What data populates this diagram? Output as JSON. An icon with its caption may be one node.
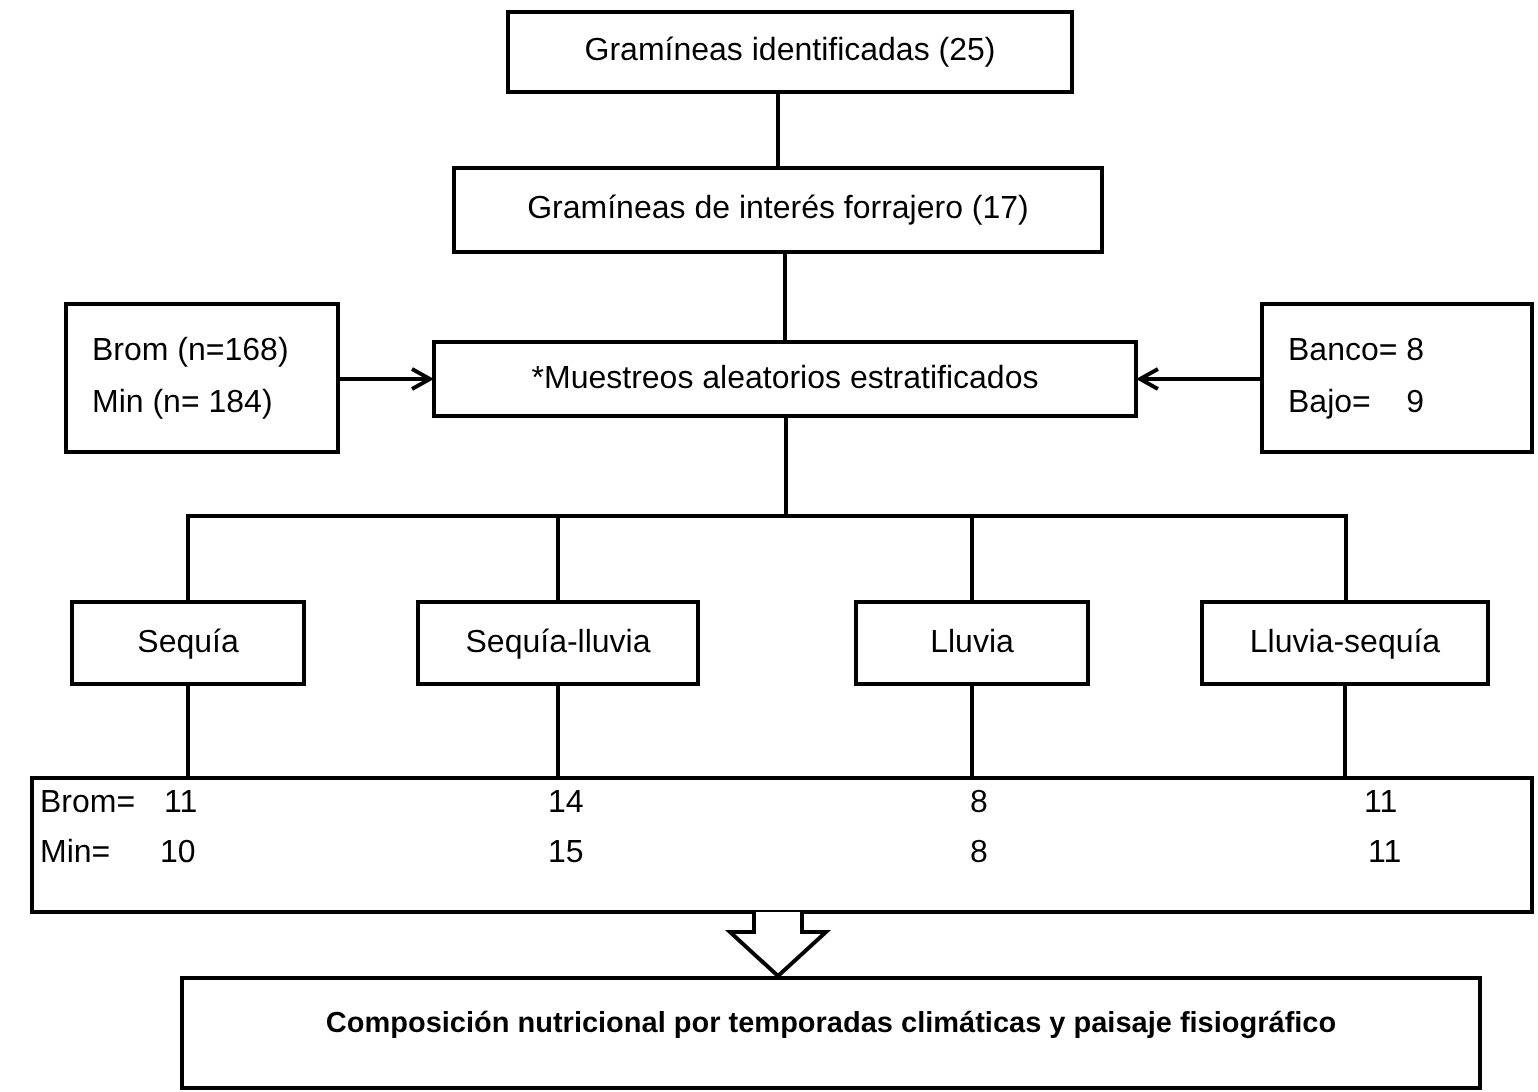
{
  "diagram": {
    "nodes": [
      {
        "text": [
          "Gramíneas identificadas (25)"
        ]
      },
      {
        "text": [
          "Gramíneas de interés forrajero (17)"
        ]
      },
      {
        "text": [
          "Brom (n=168)",
          "Min (n= 184)"
        ]
      },
      {
        "text": [
          "*Muestreos aleatorios estratificados"
        ]
      },
      {
        "text": [
          "Banco= 8",
          "Bajo=    9"
        ]
      },
      {
        "text": [
          "Sequía"
        ]
      },
      {
        "text": [
          "Sequía-lluvia"
        ]
      },
      {
        "text": [
          "Lluvia"
        ]
      },
      {
        "text": [
          "Lluvia-sequía"
        ]
      },
      {
        "text": [
          "Brom=",
          "11",
          "14",
          "8",
          "11",
          "Min=",
          "10",
          "15",
          "8",
          "11"
        ]
      },
      {
        "text": [
          "Composición nutricional por temporadas climáticas y paisaje fisiográfico"
        ]
      }
    ],
    "edges": [
      {
        "from": 0,
        "to": 1,
        "arrow": "none"
      },
      {
        "from": 1,
        "to": 3,
        "arrow": "none"
      },
      {
        "from": 2,
        "to": 3,
        "arrow": "to"
      },
      {
        "from": 4,
        "to": 3,
        "arrow": "to"
      },
      {
        "from": 3,
        "to": 5,
        "arrow": "none"
      },
      {
        "from": 3,
        "to": 6,
        "arrow": "none"
      },
      {
        "from": 3,
        "to": 7,
        "arrow": "none"
      },
      {
        "from": 3,
        "to": 8,
        "arrow": "none"
      },
      {
        "from": 5,
        "to": 9,
        "arrow": "none"
      },
      {
        "from": 6,
        "to": 9,
        "arrow": "none"
      },
      {
        "from": 7,
        "to": 9,
        "arrow": "none"
      },
      {
        "from": 8,
        "to": 9,
        "arrow": "none"
      },
      {
        "from": 9,
        "to": 10,
        "arrow": "to",
        "style": "thick"
      }
    ]
  }
}
